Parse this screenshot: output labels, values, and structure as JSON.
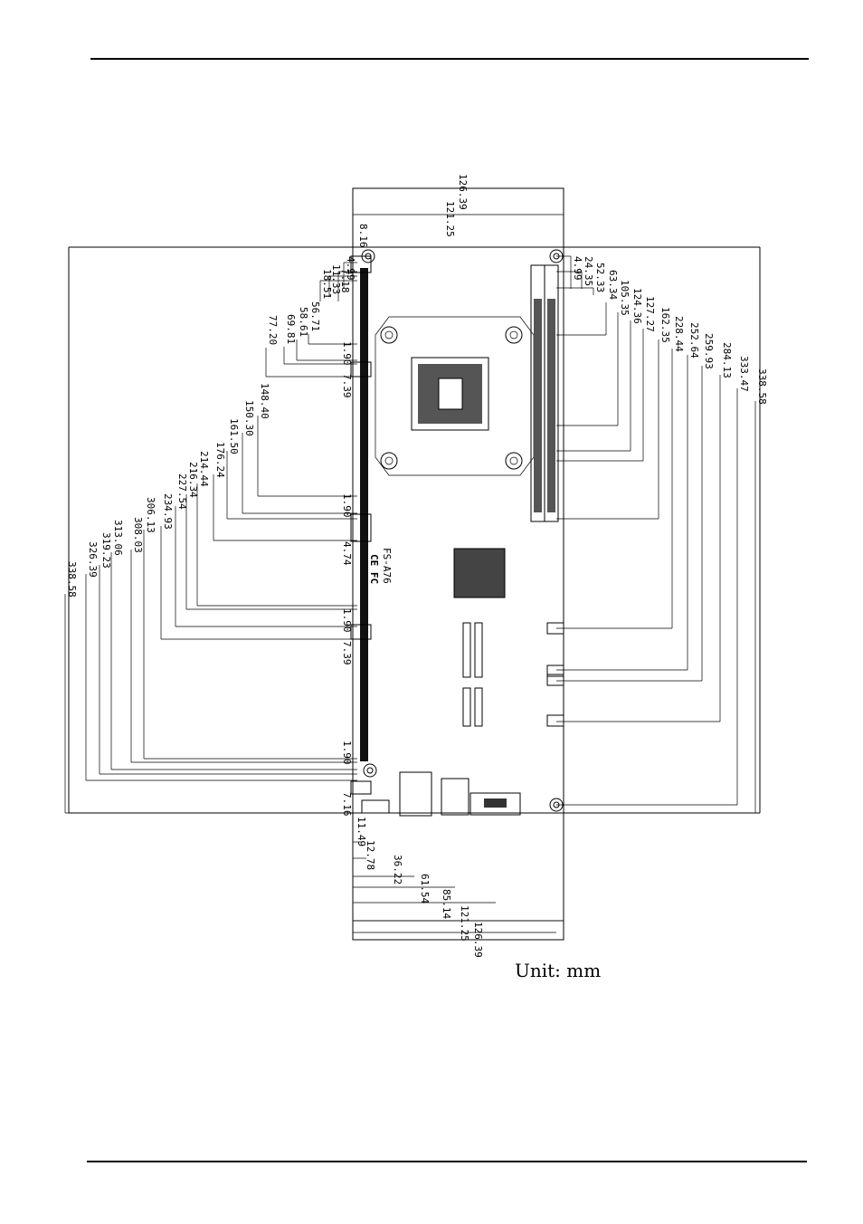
{
  "unit_label": "Unit: mm",
  "board": {
    "model": "FS-A76",
    "marks": "CE FC"
  },
  "dimensions": {
    "top_overall": [
      "126.39",
      "121.25",
      "8.16"
    ],
    "left_column": [
      "4.99",
      "7.18",
      "11.33",
      "18.51",
      "56.71",
      "58.61",
      "69.81",
      "77.20",
      "148.40",
      "150.30",
      "161.50",
      "176.24",
      "214.44",
      "216.34",
      "227.54",
      "234.93",
      "306.13",
      "308.03",
      "313.06",
      "319.23",
      "326.39",
      "338.58"
    ],
    "right_column": [
      "4.99",
      "24.35",
      "52.33",
      "63.34",
      "105.35",
      "124.36",
      "127.27",
      "162.35",
      "228.44",
      "252.64",
      "259.93",
      "284.13",
      "333.47",
      "338.58"
    ],
    "edge_small": [
      "1.90",
      "7.39",
      "1.90",
      "4.74",
      "1.90",
      "7.39",
      "1.90",
      "7.16"
    ],
    "bottom": [
      "11.49",
      "12.78",
      "36.22",
      "61.54",
      "85.14",
      "121.25",
      "126.39"
    ]
  }
}
